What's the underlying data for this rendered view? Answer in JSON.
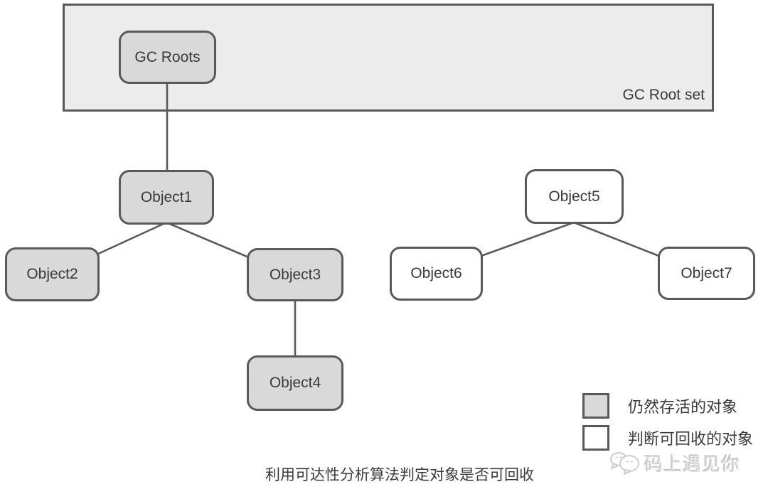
{
  "diagram": {
    "title_alt": "GC reachability analysis diagram",
    "root_set_label": "GC Root set",
    "nodes": [
      {
        "id": "gc-roots",
        "label": "GC Roots",
        "status": "alive"
      },
      {
        "id": "object1",
        "label": "Object1",
        "status": "alive"
      },
      {
        "id": "object2",
        "label": "Object2",
        "status": "alive"
      },
      {
        "id": "object3",
        "label": "Object3",
        "status": "alive"
      },
      {
        "id": "object4",
        "label": "Object4",
        "status": "alive"
      },
      {
        "id": "object5",
        "label": "Object5",
        "status": "recyclable"
      },
      {
        "id": "object6",
        "label": "Object6",
        "status": "recyclable"
      },
      {
        "id": "object7",
        "label": "Object7",
        "status": "recyclable"
      }
    ],
    "edges": [
      {
        "from": "gc-roots",
        "to": "object1"
      },
      {
        "from": "object1",
        "to": "object2"
      },
      {
        "from": "object1",
        "to": "object3"
      },
      {
        "from": "object3",
        "to": "object4"
      },
      {
        "from": "object5",
        "to": "object6"
      },
      {
        "from": "object5",
        "to": "object7"
      }
    ]
  },
  "legend": {
    "items": [
      {
        "swatch": "alive",
        "label": "仍然存活的对象"
      },
      {
        "swatch": "recyclable",
        "label": "判断可回收的对象"
      }
    ]
  },
  "caption": "利用可达性分析算法判定对象是否可回收",
  "watermark": {
    "icon": "chat-bubbles-icon",
    "label": "码上遇见你"
  },
  "colors": {
    "alive_fill": "#d9d9d9",
    "recyclable_fill": "#ffffff",
    "root_set_fill": "#ececec",
    "stroke": "#595959",
    "text": "#3a3a3a",
    "watermark": "#d6d6d6"
  }
}
